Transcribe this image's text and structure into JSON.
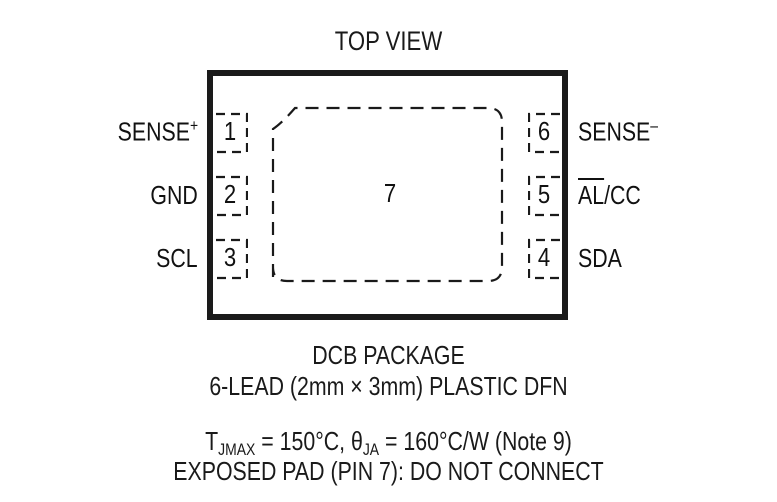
{
  "title": "TOP VIEW",
  "package": {
    "name": "DCB PACKAGE",
    "description": "6-LEAD (2mm × 3mm) PLASTIC DFN",
    "exposed_pad_number": "7"
  },
  "pins": {
    "left": [
      {
        "number": "1",
        "label": "SENSE",
        "superscript": "+"
      },
      {
        "number": "2",
        "label": "GND"
      },
      {
        "number": "3",
        "label": "SCL"
      }
    ],
    "right": [
      {
        "number": "6",
        "label": "SENSE",
        "superscript": "–"
      },
      {
        "number": "5",
        "label_overline": "AL",
        "label": "/CC"
      },
      {
        "number": "4",
        "label": "SDA"
      }
    ]
  },
  "notes": {
    "line1": {
      "t_symbol": "T",
      "t_sub": "JMAX",
      "t_value": " = 150°C, ",
      "theta_symbol": "θ",
      "theta_sub": "JA",
      "theta_value": " = 160°C/W (Note 9)"
    },
    "line2": "EXPOSED PAD (PIN 7): DO NOT CONNECT"
  },
  "colors": {
    "ink": "#1a1a1a",
    "background": "#ffffff"
  }
}
